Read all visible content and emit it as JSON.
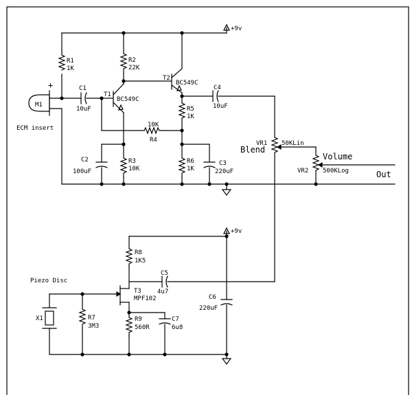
{
  "supply": {
    "top": "+9v",
    "bottom": "+9v"
  },
  "mic": {
    "ref": "M1",
    "name": "ECM insert",
    "polarity": "+"
  },
  "resistors": {
    "r1": {
      "ref": "R1",
      "value": "1K"
    },
    "r2": {
      "ref": "R2",
      "value": "22K"
    },
    "r3": {
      "ref": "R3",
      "value": "10K"
    },
    "r4": {
      "ref": "R4",
      "value": "10K"
    },
    "r5": {
      "ref": "R5",
      "value": "1K"
    },
    "r6": {
      "ref": "R6",
      "value": "1K"
    },
    "r7": {
      "ref": "R7",
      "value": "3M3"
    },
    "r8": {
      "ref": "R8",
      "value": "1K5"
    },
    "r9": {
      "ref": "R9",
      "value": "560R"
    }
  },
  "capacitors": {
    "c1": {
      "ref": "C1",
      "value": "10uF"
    },
    "c2": {
      "ref": "C2",
      "value": "100uF"
    },
    "c3": {
      "ref": "C3",
      "value": "220uF"
    },
    "c4": {
      "ref": "C4",
      "value": "10uF"
    },
    "c5": {
      "ref": "C5",
      "value": "4u7"
    },
    "c6": {
      "ref": "C6",
      "value": "220uF"
    },
    "c7": {
      "ref": "C7",
      "value": "6u8"
    }
  },
  "transistors": {
    "t1": {
      "ref": "T1",
      "part": "BC549C"
    },
    "t2": {
      "ref": "T2",
      "part": "BC549C"
    },
    "t3": {
      "ref": "T3",
      "part": "MPF102"
    }
  },
  "pots": {
    "vr1": {
      "ref": "VR1",
      "value": "50KLin",
      "function": "Blend"
    },
    "vr2": {
      "ref": "VR2",
      "value": "500KLog",
      "function": "Volume"
    }
  },
  "piezo": {
    "ref": "X1",
    "name": "Piezo Disc"
  },
  "output": {
    "label": "Out"
  }
}
